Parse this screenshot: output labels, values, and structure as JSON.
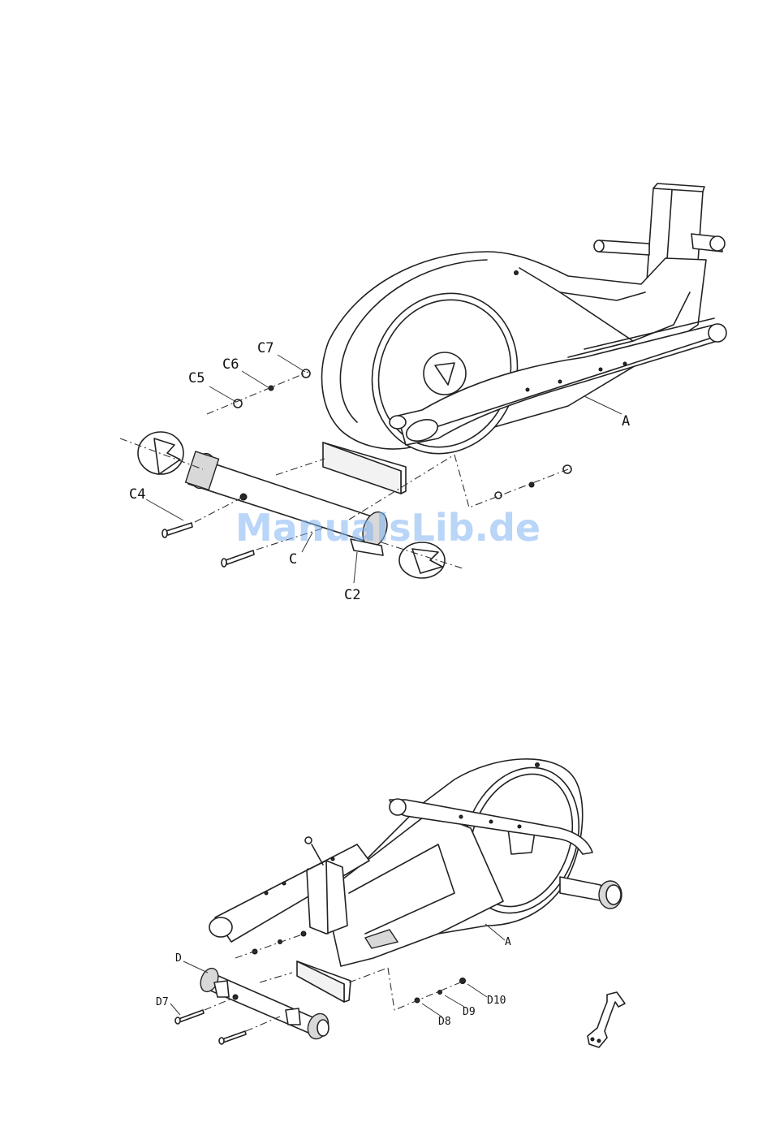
{
  "watermark": "ManualsLib.de",
  "figure1": {
    "labels": {
      "c7": "C7",
      "c6": "C6",
      "c5": "C5",
      "c4": "C4",
      "c": "C",
      "c2": "C2",
      "a": "A"
    }
  },
  "figure2": {
    "labels": {
      "d": "D",
      "d7": "D7",
      "d8": "D8",
      "d9": "D9",
      "d10": "D10",
      "a": "A"
    }
  }
}
